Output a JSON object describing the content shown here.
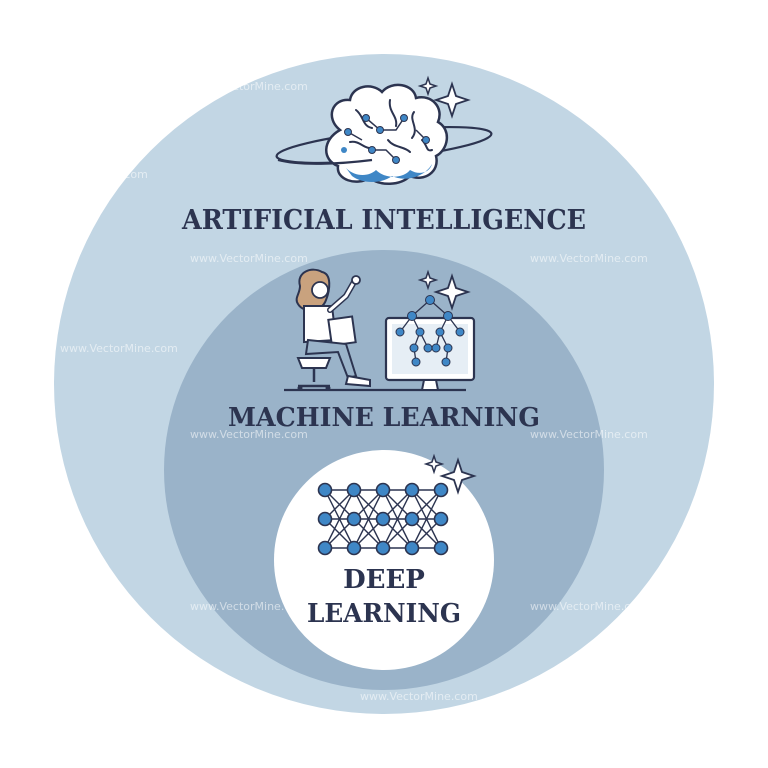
{
  "labels": {
    "outer": "ARTIFICIAL INTELLIGENCE",
    "middle": "MACHINE LEARNING",
    "inner_line1": "DEEP",
    "inner_line2": "LEARNING"
  },
  "watermark": "www.VectorMine.com",
  "colors": {
    "outer_circle": "#c2d6e4",
    "middle_circle": "#9ab3c9",
    "inner_circle": "#ffffff",
    "text": "#2c3450",
    "accent_blue": "#3f87c6",
    "outline": "#2c3450"
  },
  "icons": {
    "outer": "brain-with-orbit-icon",
    "middle": "person-at-computer-icon",
    "inner": "neural-network-icon"
  }
}
